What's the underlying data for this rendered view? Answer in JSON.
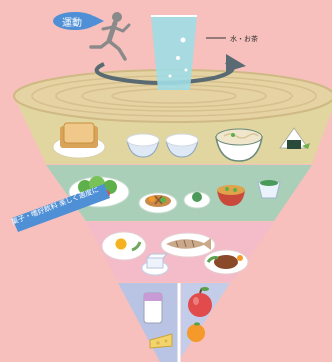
{
  "top": {
    "exercise_label": "運動",
    "water_label": "水・お茶"
  },
  "side": {
    "snack_label": "菓子・嗜好飲料  楽しく適度に"
  },
  "colors": {
    "background": "#f7c0bd",
    "top_disc": "#ecd9a3",
    "tier1": "#e2d6a0",
    "tier2": "#a9cfb9",
    "tier3": "#f3bcc8",
    "tier4_left": "#b9c3e3",
    "tier4_right": "#c3cce9",
    "label_badge": "#4e8fd6"
  },
  "icons": {
    "tier1": [
      "bread-icon",
      "rice-bowl-icon",
      "rice-bowl-icon",
      "noodle-bowl-icon",
      "onigiri-icon"
    ],
    "tier2": [
      "salad-icon",
      "vegetable-dish-icon",
      "small-dish-icon",
      "soup-bowl-icon",
      "small-cup-icon"
    ],
    "tier3": [
      "fried-egg-icon",
      "grilled-fish-icon",
      "tofu-icon",
      "hamburg-steak-icon"
    ],
    "tier4": [
      "milk-icon",
      "cheese-icon",
      "apple-icon",
      "orange-icon"
    ],
    "top": [
      "runner-icon",
      "water-glass-icon",
      "rotation-arrow-icon"
    ]
  }
}
